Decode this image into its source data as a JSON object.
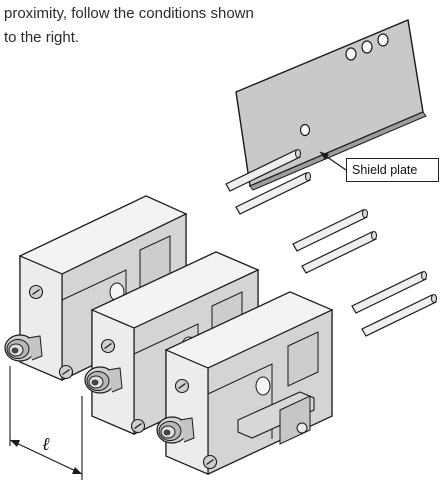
{
  "instruction": {
    "line1": "proximity, follow the conditions shown",
    "line2": "to the right."
  },
  "callout": {
    "shield_plate_label": "Shield plate"
  },
  "dimension": {
    "symbol": "ℓ"
  },
  "colors": {
    "plate": "#c8c8c8",
    "body": "#e6e6e6",
    "body_shade": "#bdbdbd",
    "outline": "#1a1a1a"
  }
}
